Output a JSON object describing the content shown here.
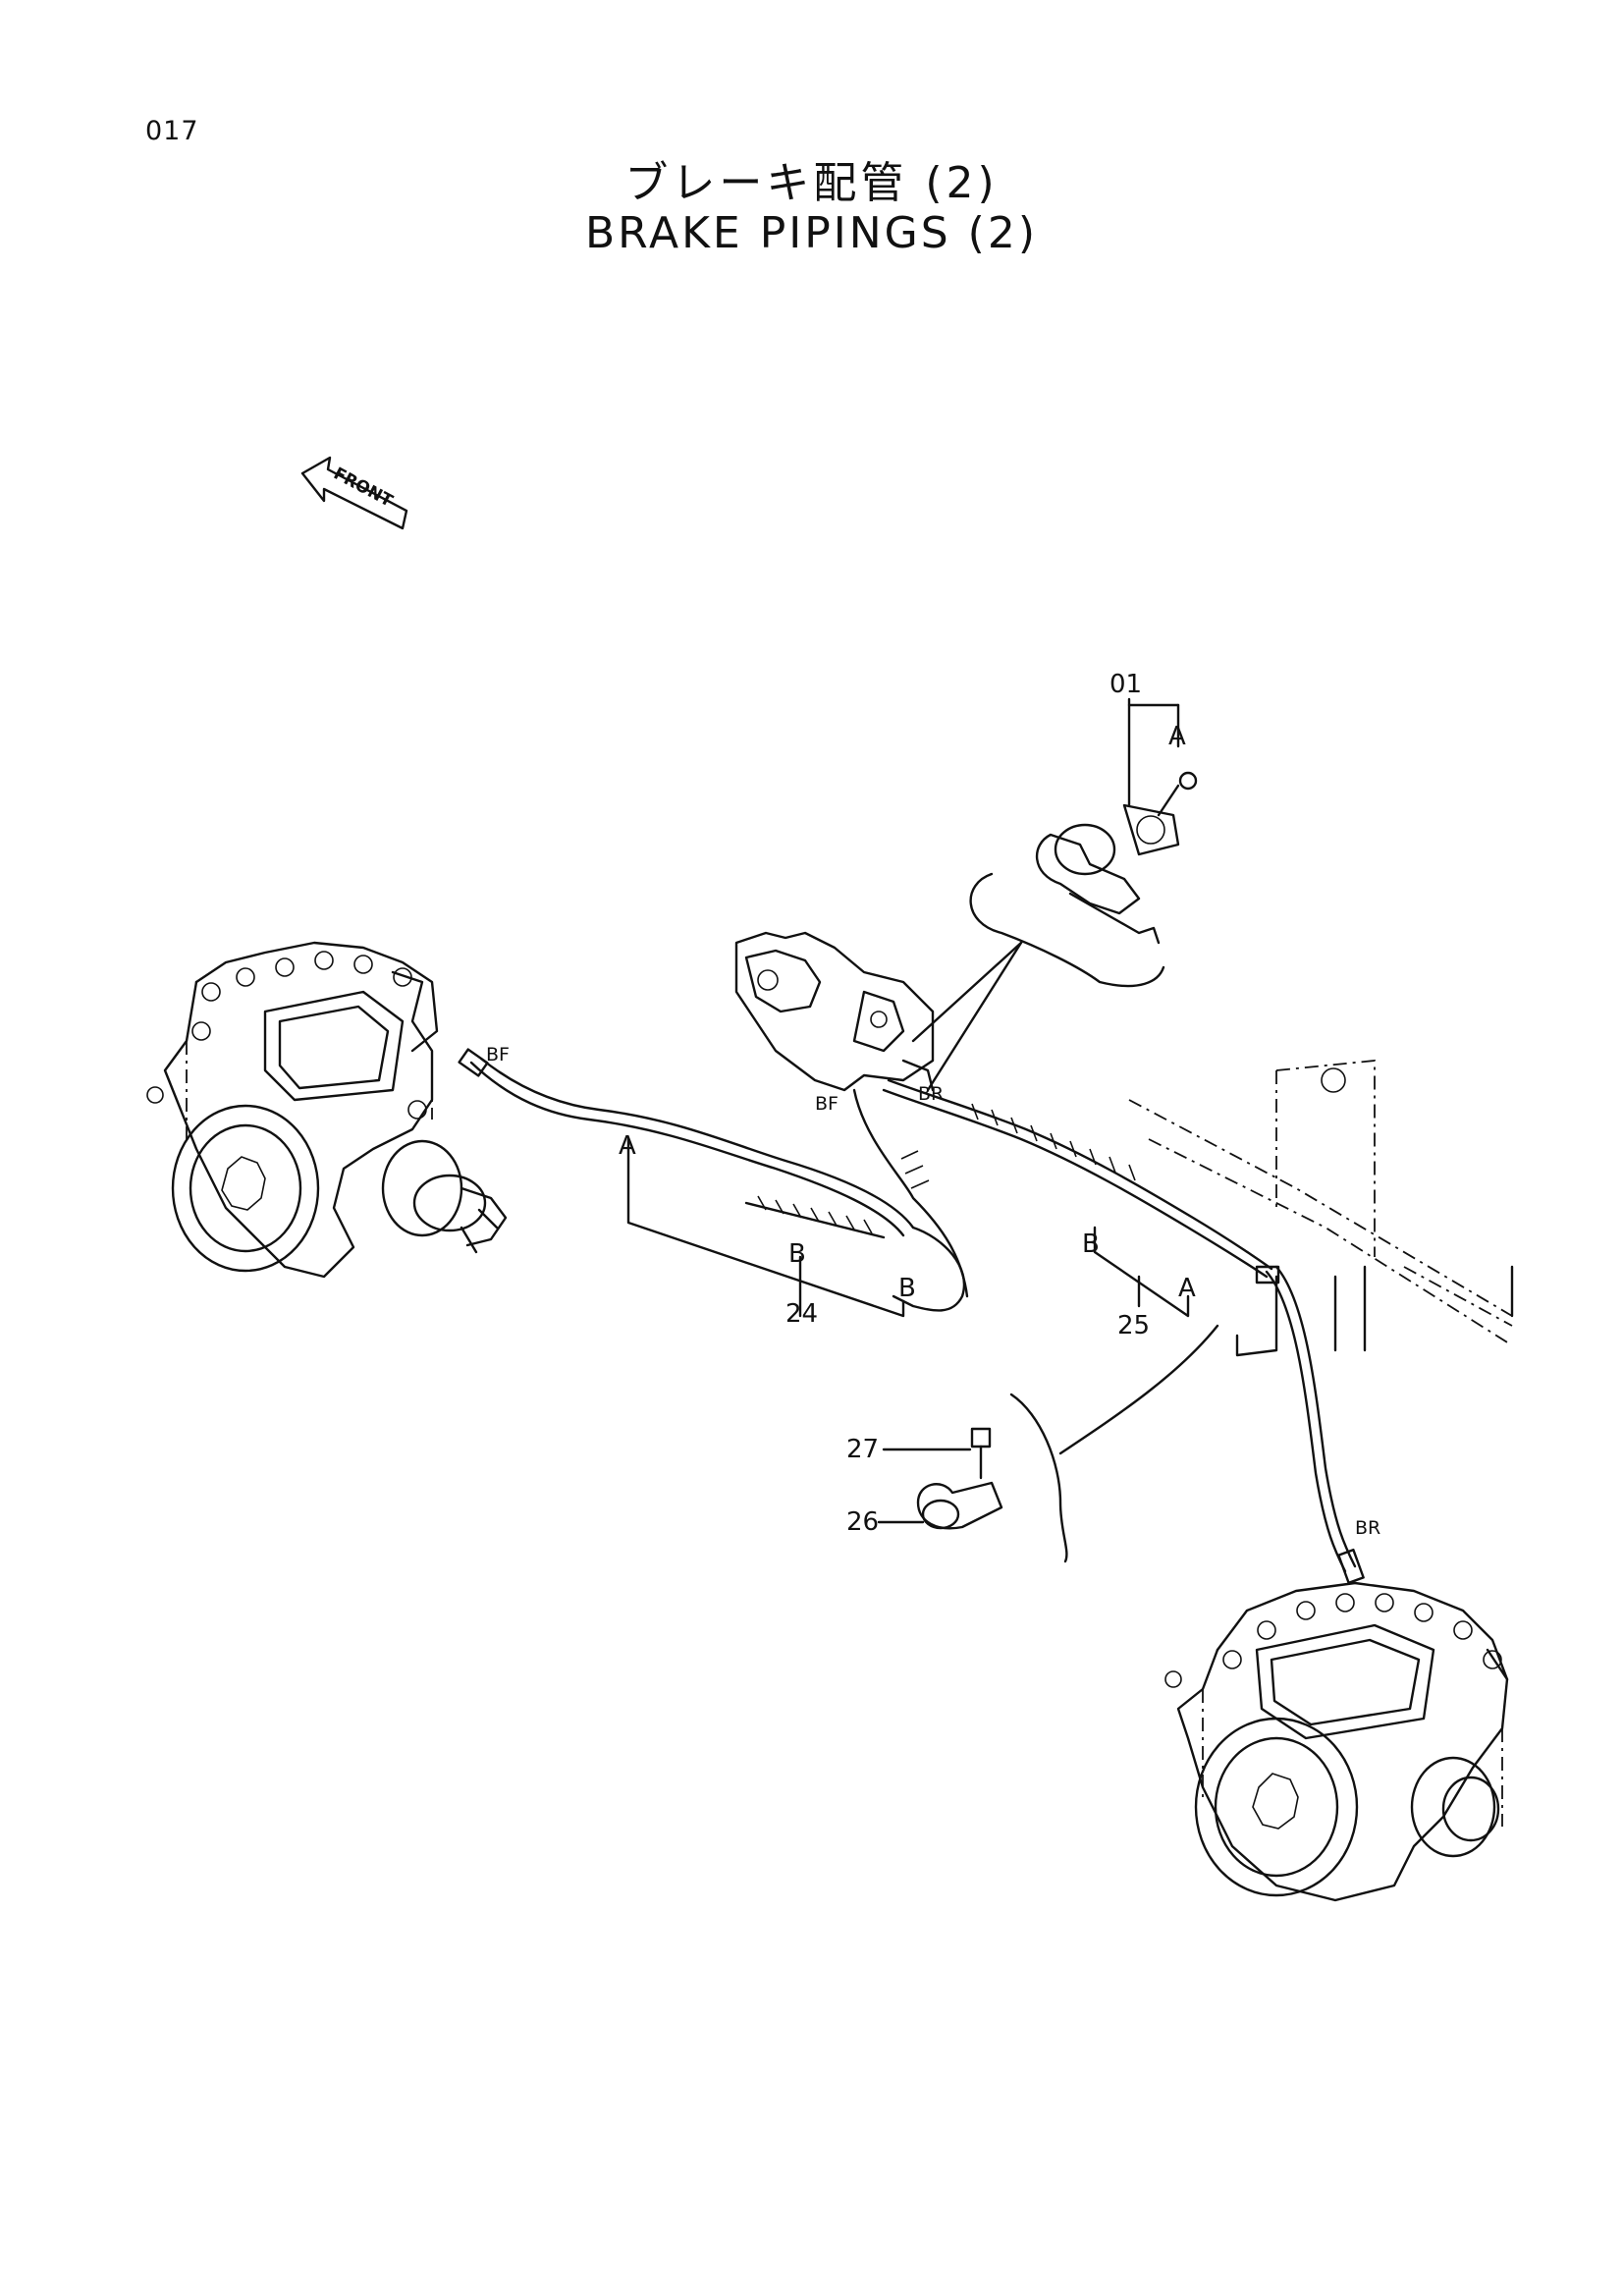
{
  "page_code": "017",
  "title_jp": "ブレーキ配管 (2)",
  "title_en": "BRAKE PIPINGS (2)",
  "direction_arrow": "FRONT",
  "labels": {
    "part_01": "01",
    "part_24": "24",
    "part_25": "25",
    "part_26": "26",
    "part_27": "27",
    "a": "A",
    "b": "B",
    "bf": "BF",
    "br": "BR"
  }
}
